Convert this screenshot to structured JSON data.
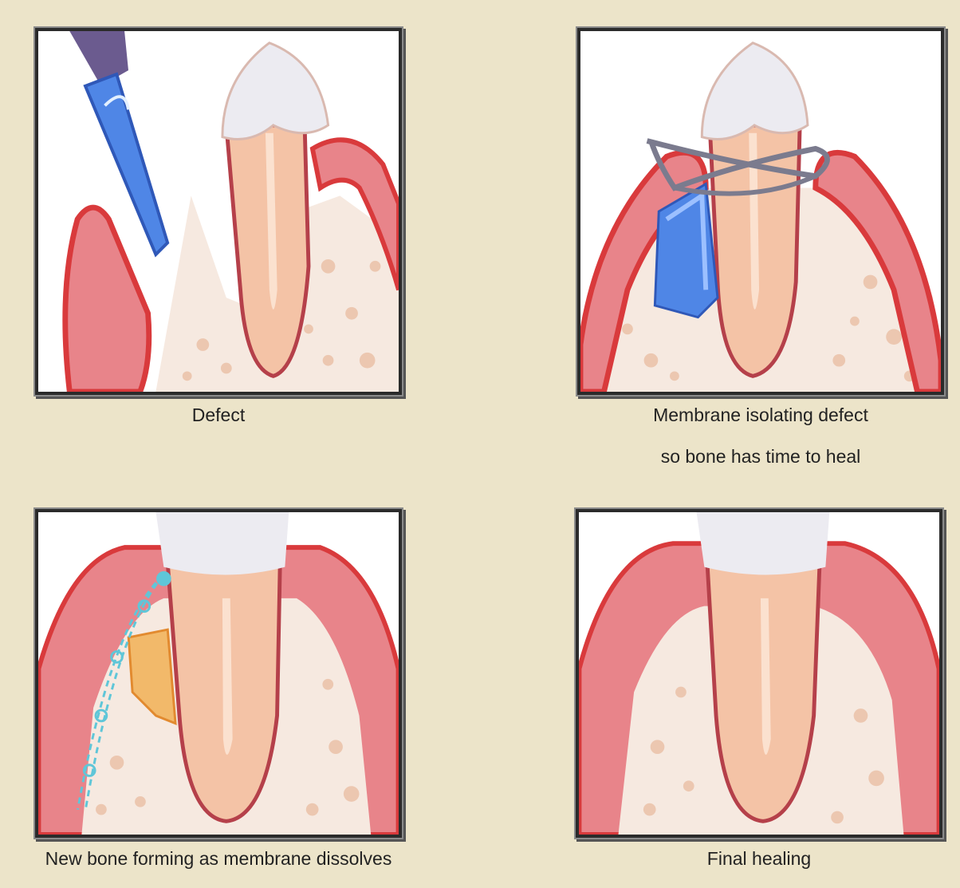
{
  "panels": [
    {
      "caption_lines": [
        "Defect"
      ]
    },
    {
      "caption_lines": [
        "Membrane isolating defect",
        "so bone has time to heal"
      ]
    },
    {
      "caption_lines": [
        "New bone forming as membrane dissolves"
      ]
    },
    {
      "caption_lines": [
        "Final healing"
      ]
    }
  ],
  "colors": {
    "background": "#ece4c9",
    "gum": "#e8848a",
    "gum_edge": "#d93a3c",
    "bone": "#f6e9e0",
    "bone_spots": "#ecc7b0",
    "tooth_root": "#f4c3a6",
    "enamel": "#ecebf1",
    "membrane": "#4f86e6",
    "suture": "#7b7b8e",
    "new_bone": "#f2b96a"
  }
}
